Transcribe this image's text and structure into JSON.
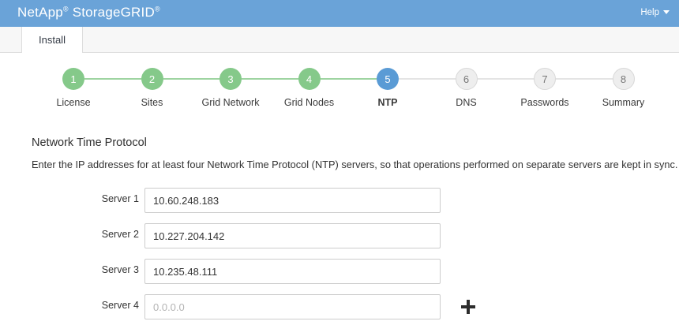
{
  "banner": {
    "brand_primary": "NetApp",
    "brand_secondary": "StorageGRID",
    "registered_mark": "®",
    "help_label": "Help",
    "background_color": "#6aa3d8"
  },
  "tabs": [
    {
      "label": "Install",
      "active": true
    }
  ],
  "stepper": {
    "colors": {
      "done": "#85c98a",
      "active": "#5a9bd5",
      "todo": "#eeeeee",
      "connector_done": "#9ed4a1",
      "connector_todo": "#e4e4e4"
    },
    "steps": [
      {
        "number": "1",
        "label": "License",
        "state": "done"
      },
      {
        "number": "2",
        "label": "Sites",
        "state": "done"
      },
      {
        "number": "3",
        "label": "Grid Network",
        "state": "done"
      },
      {
        "number": "4",
        "label": "Grid Nodes",
        "state": "done"
      },
      {
        "number": "5",
        "label": "NTP",
        "state": "active"
      },
      {
        "number": "6",
        "label": "DNS",
        "state": "todo"
      },
      {
        "number": "7",
        "label": "Passwords",
        "state": "todo"
      },
      {
        "number": "8",
        "label": "Summary",
        "state": "todo"
      }
    ]
  },
  "content": {
    "title": "Network Time Protocol",
    "description": "Enter the IP addresses for at least four Network Time Protocol (NTP) servers, so that operations performed on separate servers are kept in sync."
  },
  "form": {
    "rows": [
      {
        "label": "Server 1",
        "value": "10.60.248.183",
        "placeholder": "0.0.0.0"
      },
      {
        "label": "Server 2",
        "value": "10.227.204.142",
        "placeholder": "0.0.0.0"
      },
      {
        "label": "Server 3",
        "value": "10.235.48.111",
        "placeholder": "0.0.0.0"
      },
      {
        "label": "Server 4",
        "value": "",
        "placeholder": "0.0.0.0"
      }
    ],
    "add_row_icon": "plus-icon"
  }
}
